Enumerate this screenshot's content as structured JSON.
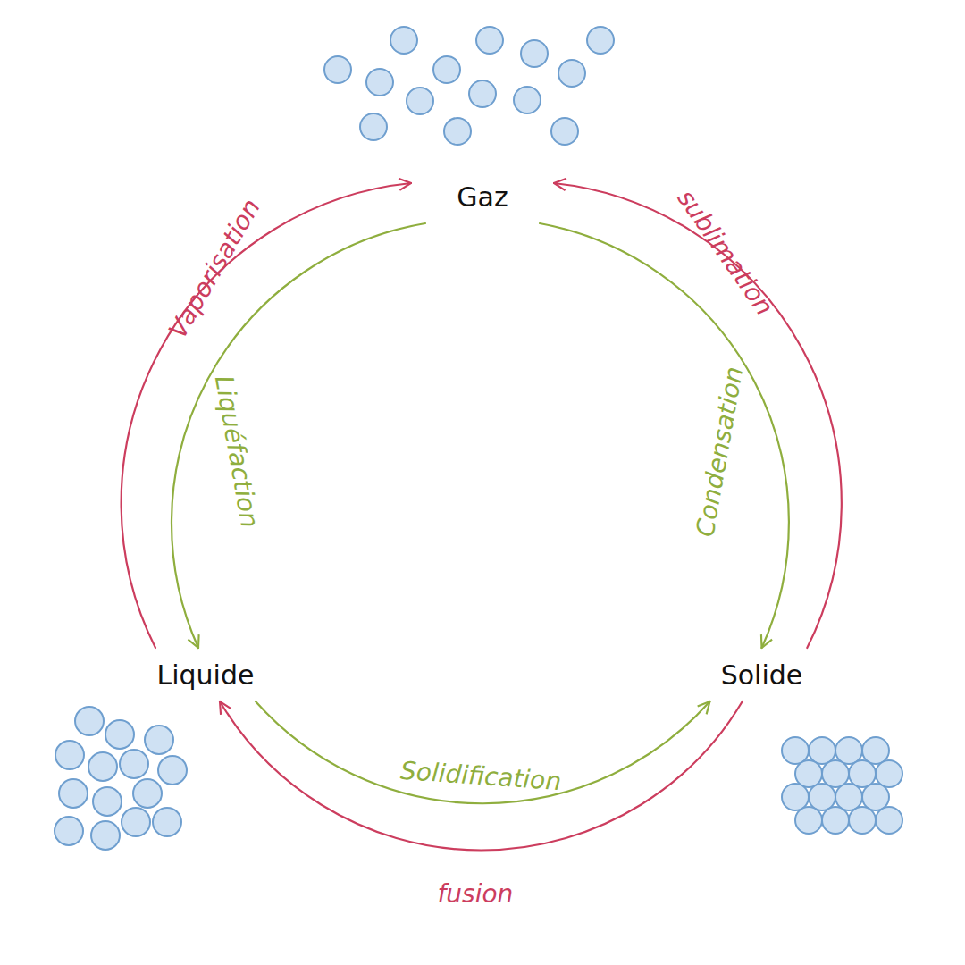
{
  "diagram": {
    "nodes": [
      {
        "text": [
          "Gaz"
        ]
      },
      {
        "text": [
          "Liquide"
        ]
      },
      {
        "text": [
          "Solide"
        ]
      }
    ],
    "edges": [
      {
        "from": 1,
        "to": 0,
        "label": "Vaporisation",
        "arrow": "to"
      },
      {
        "from": 0,
        "to": 1,
        "label": "Liquéfaction",
        "arrow": "to"
      },
      {
        "from": 0,
        "to": 2,
        "label": "Condensation",
        "arrow": "to"
      },
      {
        "from": 2,
        "to": 0,
        "label": "sublimation",
        "arrow": "to"
      },
      {
        "from": 1,
        "to": 2,
        "label": "Solidification",
        "arrow": "to"
      },
      {
        "from": 2,
        "to": 1,
        "label": "fusion",
        "arrow": "to"
      }
    ]
  }
}
